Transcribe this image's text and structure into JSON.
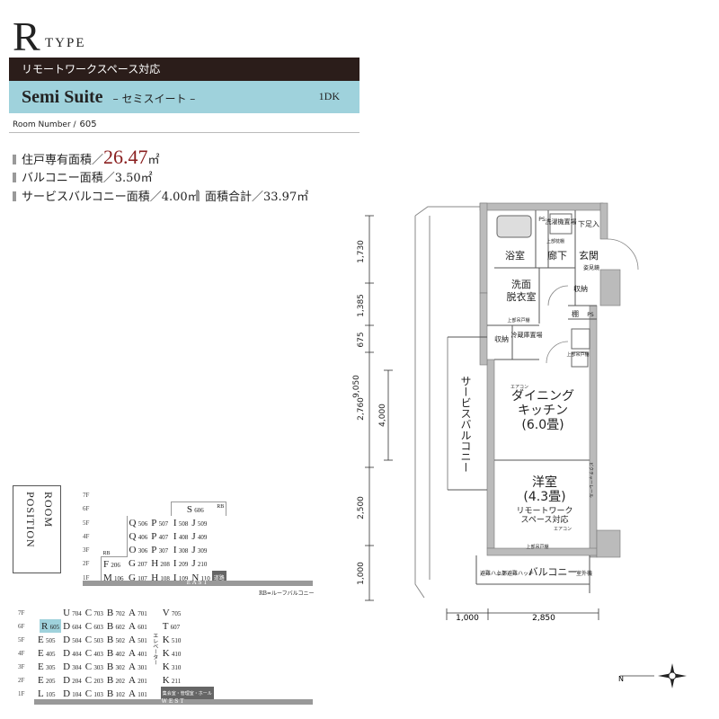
{
  "header": {
    "type_letter": "R",
    "type_word": "TYPE",
    "remote_label": "リモートワークスペース対応",
    "name_en": "Semi Suite",
    "name_ja": "– セミスイート –",
    "plan": "1DK",
    "room_number_label": "Room Number /",
    "room_number": "605"
  },
  "specs": {
    "area_label": "住戸専有面積／",
    "area_value": "26.47",
    "area_unit": "㎡",
    "balcony": "バルコニー面積／3.50㎡",
    "service_balcony": "サービスバルコニー面積／4.00㎡",
    "total": "面積合計／33.97㎡"
  },
  "floorplan": {
    "rooms": {
      "bath": "浴室",
      "washer": "洗濯機置場",
      "shoe": "下足入",
      "hall": "廊下",
      "entrance": "玄関",
      "wash1": "洗面",
      "wash2": "脱衣室",
      "storage1": "収納",
      "storage2": "収納",
      "shelf": "棚",
      "ps1": "PS",
      "ps2": "PS",
      "fridge": "冷蔵庫置場",
      "dining1": "ダイニング",
      "dining2": "キッチン",
      "dining3": "(6.0畳)",
      "western1": "洋室",
      "western2": "(4.3畳)",
      "western3": "リモートワーク",
      "western4": "スペース対応",
      "aircon1": "エアコン",
      "aircon2": "エアコン",
      "balcony": "バルコニー",
      "service_balcony": "サービスバルコニー",
      "escape": "避難ハッチ",
      "upper_escape": "上部避難ハッチ",
      "outdoor": "室外機",
      "upper_shelf1": "上部枕棚",
      "upper_shelf2": "上部吊戸棚",
      "upper_shelf3": "上部吊戸棚",
      "upper_shelf4": "上部吊戸棚",
      "mirror": "姿見鏡",
      "picture": "ピクチャーレール"
    },
    "dims_vertical": [
      "1,730",
      "1,385",
      "675",
      "2,760",
      "2,500",
      "1,000"
    ],
    "dim_total": "9,050",
    "dim_inner": "4,000",
    "dims_horizontal": [
      "1,000",
      "2,850"
    ],
    "compass": "N"
  },
  "position": {
    "title1": "ROOM",
    "title2": "POSITION",
    "east": "EAST",
    "west": "WEST",
    "rb": "RB",
    "rb_note": "RB=ルーフバルコニー",
    "road": "道路",
    "elevator": "エレベーター",
    "common": "集会室・管理室・ホール",
    "floors_upper": [
      "7F",
      "6F",
      "5F",
      "4F",
      "3F",
      "2F",
      "1F"
    ],
    "floors_lower": [
      "7F",
      "6F",
      "5F",
      "4F",
      "3F",
      "2F",
      "1F"
    ]
  }
}
